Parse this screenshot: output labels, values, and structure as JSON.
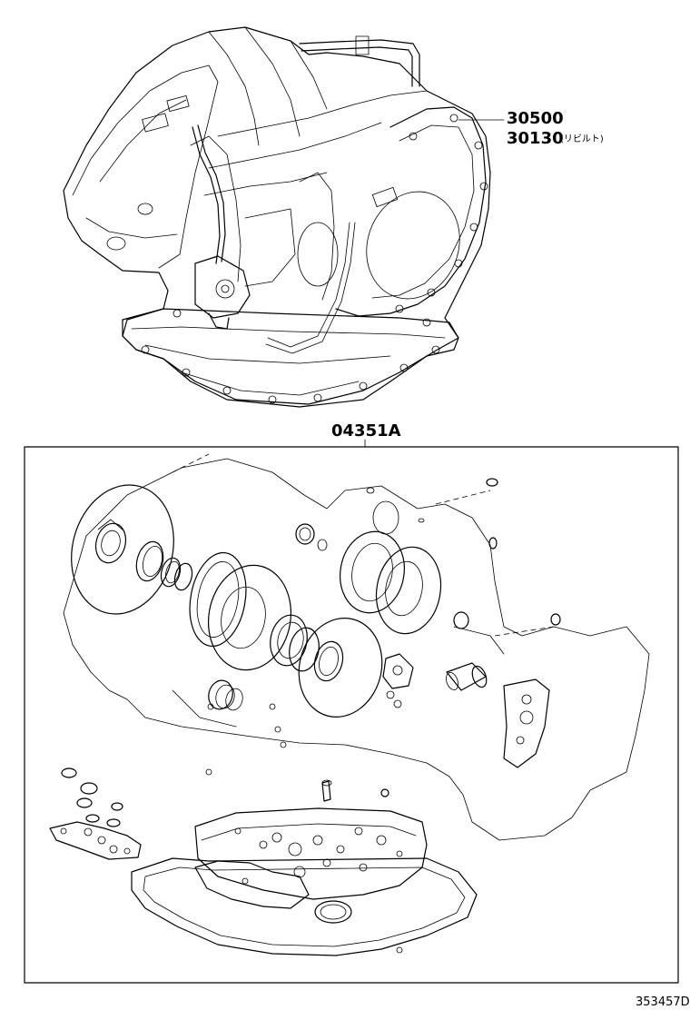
{
  "diagram": {
    "callouts": [
      {
        "id": "transaxle-assy",
        "part_number": "30500"
      },
      {
        "id": "transaxle-assy-rebuilt",
        "part_number": "30130",
        "note": "(リビルト)"
      },
      {
        "id": "overhaul-gasket-kit",
        "part_number": "04351A"
      }
    ],
    "figure_id": "353457D"
  }
}
